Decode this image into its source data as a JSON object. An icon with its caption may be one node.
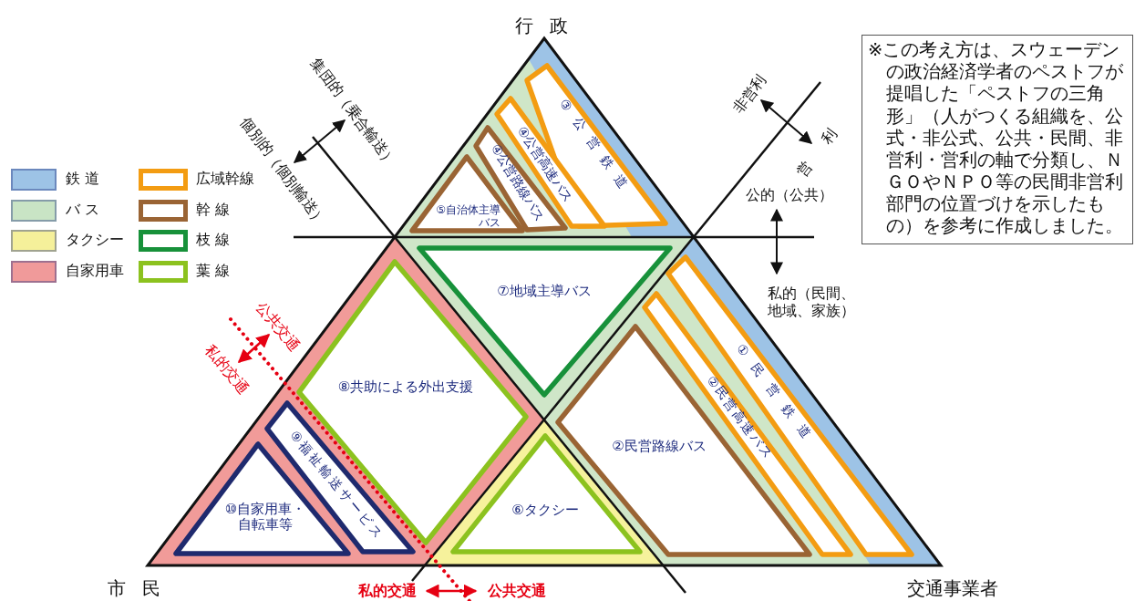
{
  "diagram": {
    "nodes": [
      {
        "text": [
          "③公営鉄道"
        ]
      },
      {
        "text": [
          "④公営高速バス"
        ]
      },
      {
        "text": [
          "④公営路線バス"
        ]
      },
      {
        "text": [
          "⑤自治体主導バス"
        ]
      },
      {
        "text": [
          "⑦地域主導バス"
        ]
      },
      {
        "text": [
          "⑧共助による外出支援"
        ]
      },
      {
        "text": [
          "⑨福祉輸送サービス"
        ]
      },
      {
        "text": [
          "⑩自家用車・自転車等"
        ]
      },
      {
        "text": [
          "⑥タクシー"
        ]
      },
      {
        "text": [
          "②民営路線バス"
        ]
      },
      {
        "text": [
          "②民営高速バス"
        ]
      },
      {
        "text": [
          "①民営鉄道"
        ]
      },
      {
        "text": [
          "※この考え方は、スウェーデンの政治経済学者のペストフが提唱した「ペストフの三角形」（人がつくる組織を、公式・非公式、公共・民間、非営利・営利の軸で分類し、ＮＧＯやＮＰＯ等の民間非営利部門の位置づけを示したもの）を参考に作成しました。"
        ]
      }
    ],
    "labels": [
      "行 政",
      "市 民",
      "交通事業者",
      "集団的（乗合輸送）",
      "個別的（個別輸送）",
      "非営利",
      "営 利",
      "公的（公共）",
      "私的（民間、地域、家族）",
      "公共交通",
      "私的交通",
      "私的交通",
      "公共交通"
    ],
    "legend": [
      {
        "text": "鉄 道",
        "color": "#9dc3e6"
      },
      {
        "text": "バ ス",
        "color": "#c9e4c5"
      },
      {
        "text": "タクシー",
        "color": "#f5f09a"
      },
      {
        "text": "自家用車",
        "color": "#f09a9a"
      },
      {
        "text": "広域幹線",
        "color": "#f39c12"
      },
      {
        "text": "幹 線",
        "color": "#9a6434"
      },
      {
        "text": "枝 線",
        "color": "#17913a"
      },
      {
        "text": "葉 線",
        "color": "#8cc21f"
      }
    ]
  }
}
